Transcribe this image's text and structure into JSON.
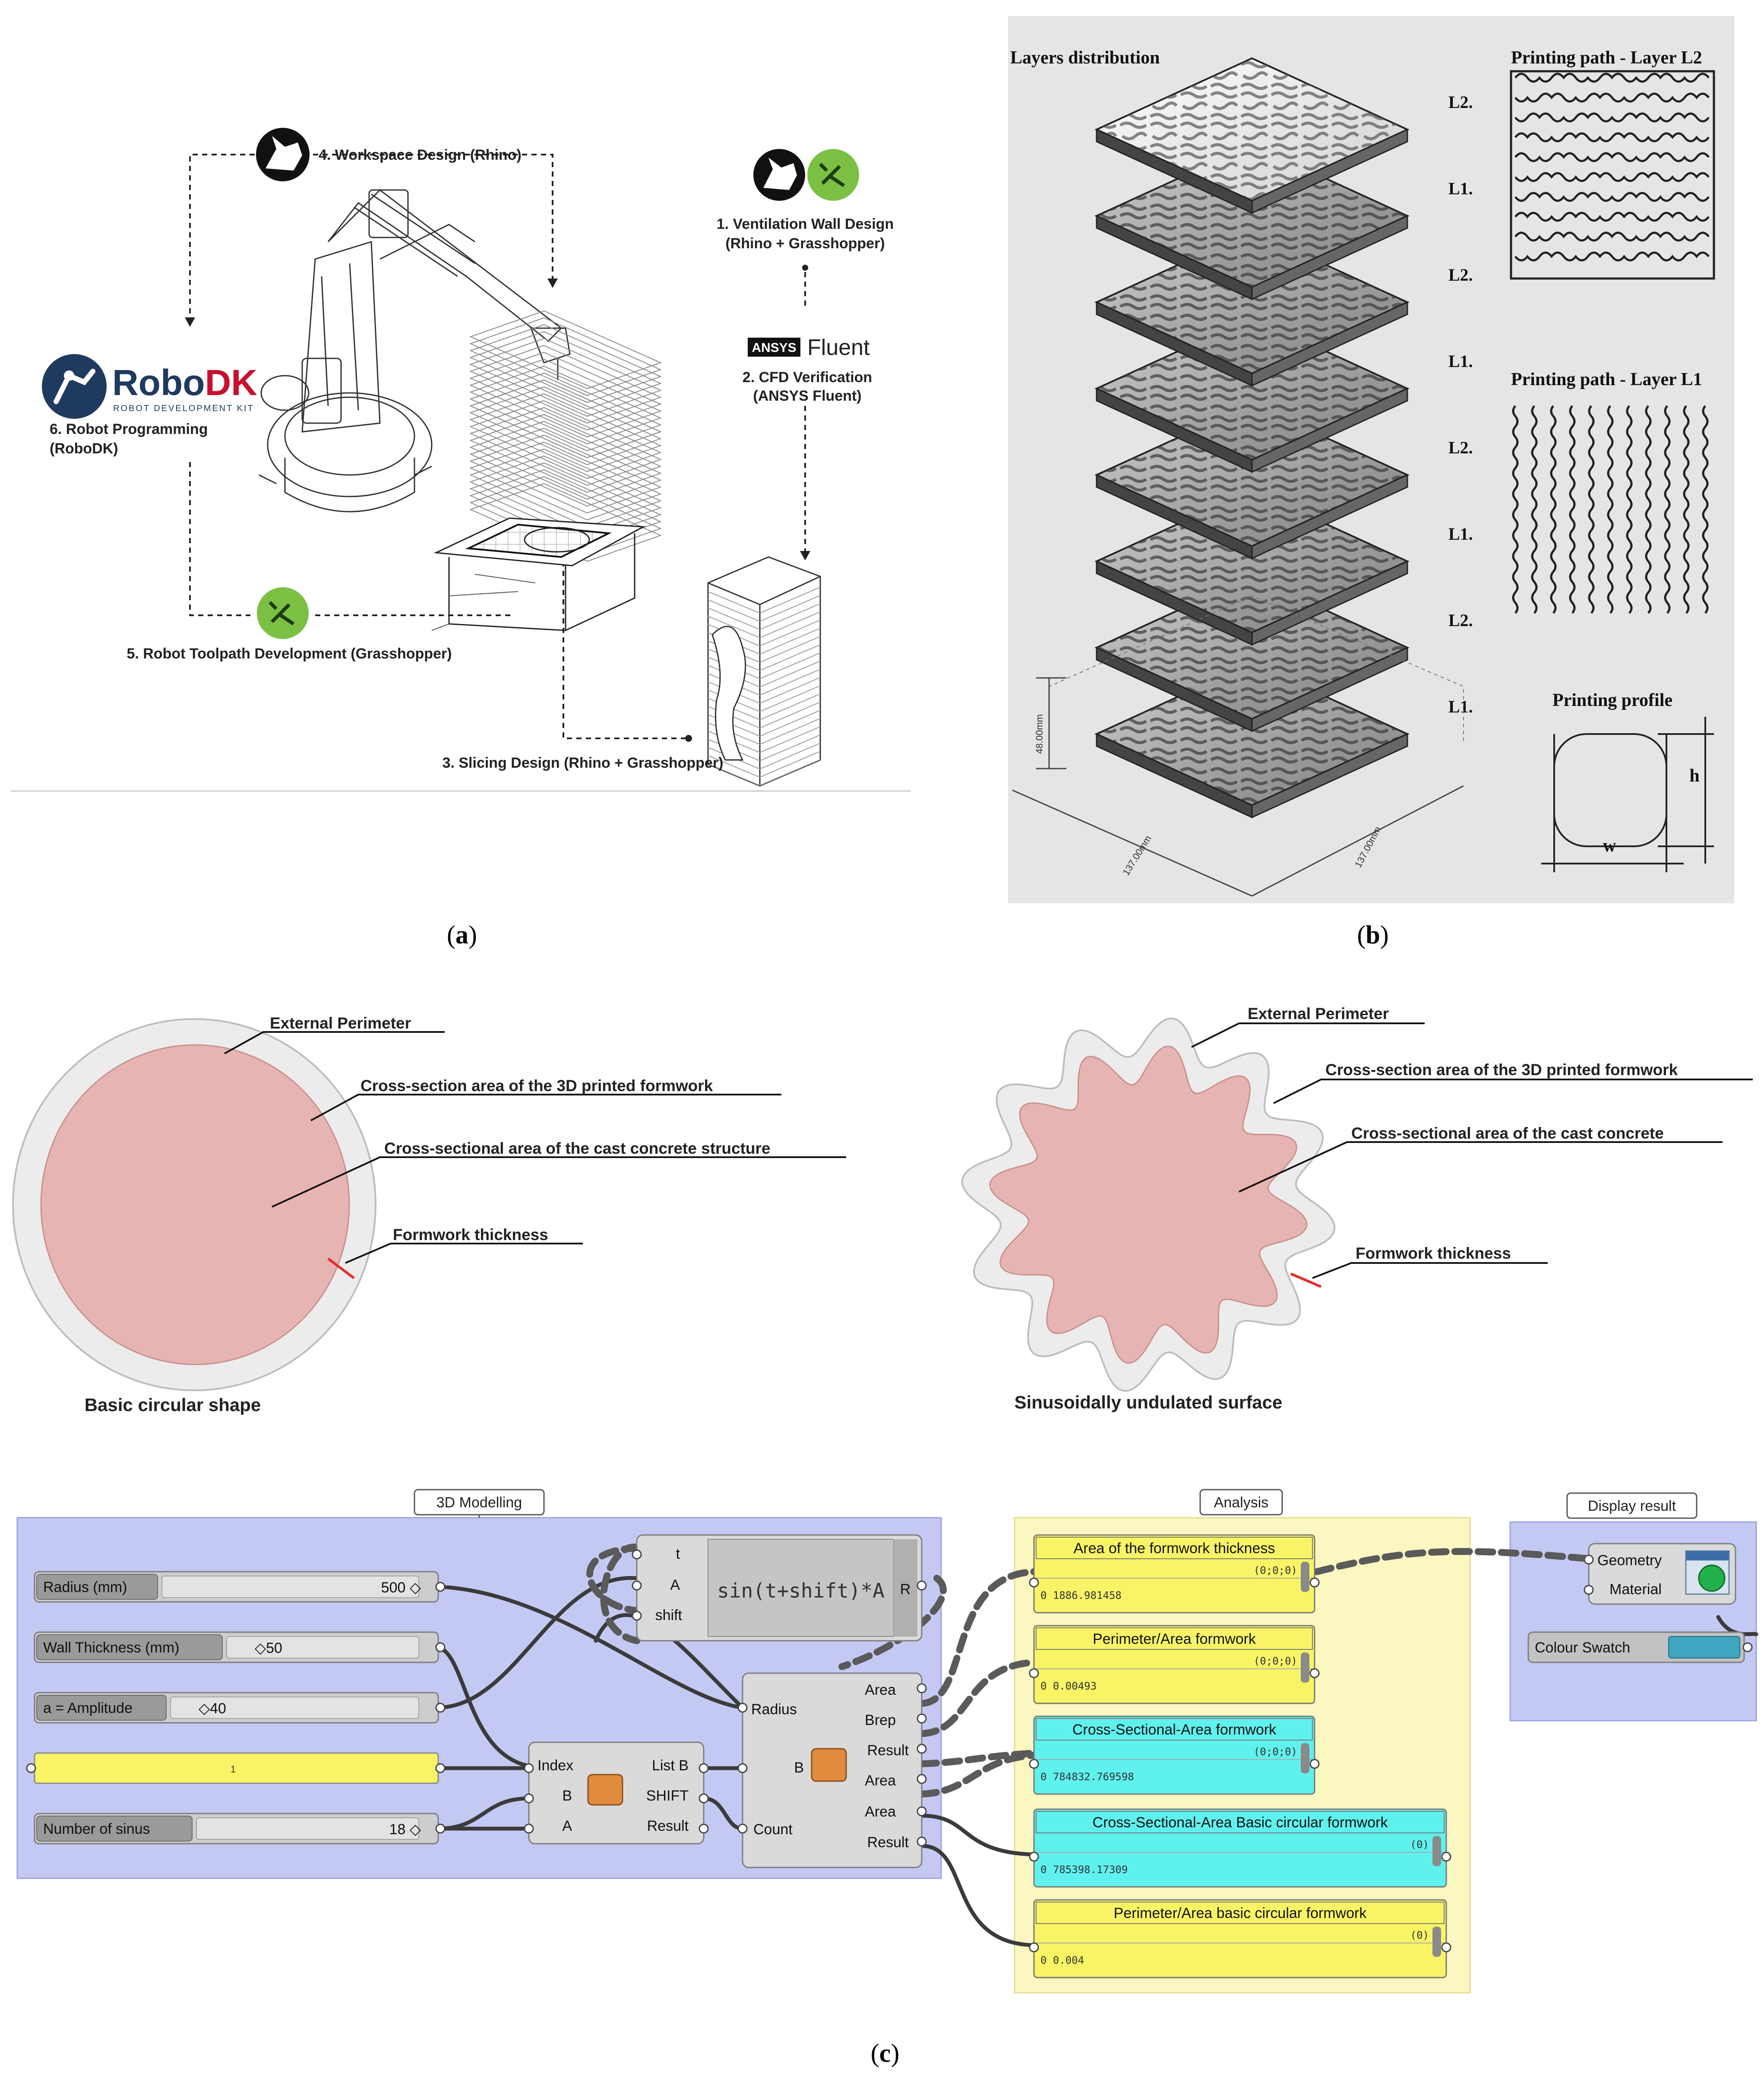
{
  "panel_a": {
    "caption": "(a)",
    "workspace": "4. Workspace Design (Rhino)",
    "ventilation_line1": "1. Ventilation Wall Design",
    "ventilation_line2": "(Rhino + Grasshopper)",
    "ansys_logo": "ANSYS",
    "fluent": "Fluent",
    "cfd_line1": "2. CFD Verification",
    "cfd_line2": "(ANSYS Fluent)",
    "robodk_logo_a": "Robo",
    "robodk_logo_b": "DK",
    "robodk_tagline": "ROBOT DEVELOPMENT KIT",
    "programming_line1": "6. Robot Programming",
    "programming_line2": "(RoboDK)",
    "toolpath": "5. Robot Toolpath Development (Grasshopper)",
    "slicing": "3. Slicing Design (Rhino + Grasshopper)"
  },
  "panel_b": {
    "caption": "(b)",
    "layers_title": "Layers distribution",
    "layer_labels": [
      "L2.",
      "L1.",
      "L2.",
      "L1.",
      "L2.",
      "L1.",
      "L2.",
      "L1."
    ],
    "path_l2": "Printing path - Layer L2",
    "path_l1": "Printing path - Layer L1",
    "profile_title": "Printing profile",
    "h": "h",
    "w": "w",
    "dim_height": "48.00mm",
    "dim_left": "137.00mm",
    "dim_right": "137.00mm"
  },
  "panel_c": {
    "caption": "(c)",
    "circ": {
      "external": "External Perimeter",
      "formwork": "Cross-section area of the 3D printed formwork",
      "concrete": "Cross-sectional area of the cast concrete structure",
      "thickness": "Formwork thickness",
      "title": "Basic circular shape"
    },
    "sin": {
      "external": "External Perimeter",
      "formwork": "Cross-section area of the 3D printed formwork",
      "concrete": "Cross-sectional area of the cast concrete",
      "thickness": "Formwork thickness",
      "title": "Sinusoidally undulated surface"
    },
    "gh": {
      "group_model": "3D Modelling",
      "group_analysis": "Analysis",
      "group_display": "Display result",
      "radius_label": "Radius (mm)",
      "radius_value": "500 ◇",
      "wall_label": "Wall Thickness (mm)",
      "wall_value": "◇50",
      "amp_label": "a = Amplitude",
      "amp_value": "◇40",
      "panel_value": "1",
      "sinus_label": "Number of sinus",
      "sinus_value": "18 ◇",
      "expr_in_t": "t",
      "expr_in_a": "A",
      "expr_in_shift": "shift",
      "expression": "sin(t+shift)*A",
      "expr_out": "R",
      "item_in_index": "Index",
      "item_in_b": "B",
      "item_in_a": "A",
      "item_out_listb": "List B",
      "item_out_shift": "SHIFT",
      "item_out_result": "Result",
      "big_in_radius": "Radius",
      "big_in_b": "B",
      "big_in_count": "Count",
      "big_out_area1": "Area",
      "big_out_brep": "Brep",
      "big_out_result1": "Result",
      "big_out_area2": "Area",
      "big_out_area3": "Area",
      "big_out_result2": "Result",
      "panels": [
        {
          "title": "Area of the formwork thickness",
          "path": "(0;0;0)",
          "value": "0 1886.981458"
        },
        {
          "title": "Perimeter/Area formwork",
          "path": "(0;0;0)",
          "value": "0 0.00493"
        },
        {
          "title": "Cross-Sectional-Area formwork",
          "path": "(0;0;0)",
          "value": "0 784832.769598"
        },
        {
          "title": "Cross-Sectional-Area Basic circular formwork",
          "path": "(0)",
          "value": "0 785398.17309"
        },
        {
          "title": "Perimeter/Area basic circular formwork",
          "path": "(0)",
          "value": "0 0.004"
        }
      ],
      "preview_geometry": "Geometry",
      "preview_material": "Material",
      "swatch_label": "Colour Swatch"
    }
  },
  "colors": {
    "blue_group": "#c4c9f4",
    "yellow_group": "#fbf7c1",
    "yellow_panel": "#f8f466",
    "cyan_panel": "#5ff1ee",
    "concrete_fill": "#e6b5b3",
    "formwork_fill": "#ececec",
    "robodk_blue": "#1f3a5f",
    "robodk_red": "#c8102e",
    "grasshopper_green": "#7cc043",
    "panel_b_bg": "#e5e5e5",
    "swatch": "#3fa5c0"
  }
}
